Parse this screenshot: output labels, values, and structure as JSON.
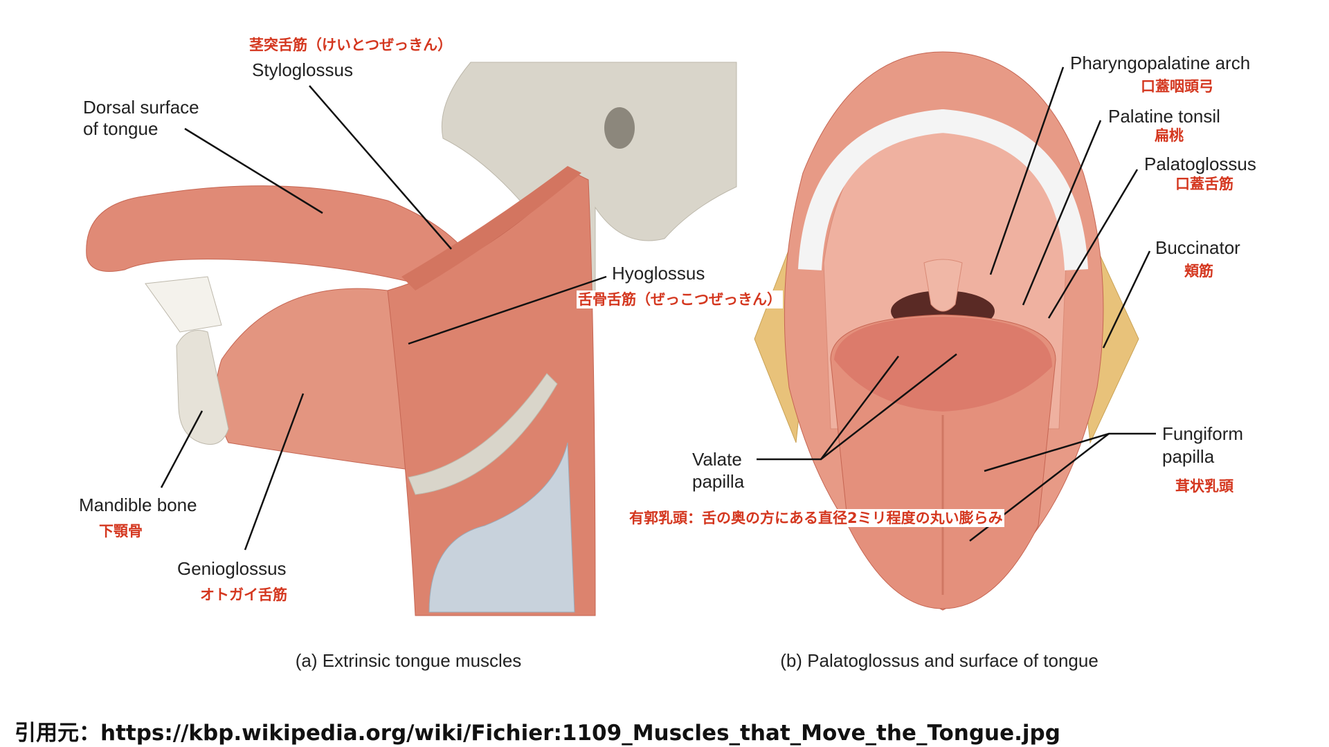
{
  "panel_a": {
    "caption": "(a) Extrinsic tongue muscles",
    "labels": {
      "styloglossus": "Styloglossus",
      "styloglossus_jp": "茎突舌筋（けいとつぜっきん）",
      "dorsal_1": "Dorsal surface",
      "dorsal_2": "of tongue",
      "hyoglossus": "Hyoglossus",
      "hyoglossus_jp": "舌骨舌筋（ぜっこつぜっきん）",
      "mandible": "Mandible bone",
      "mandible_jp": "下顎骨",
      "genioglossus": "Genioglossus",
      "genioglossus_jp": "オトガイ舌筋"
    }
  },
  "panel_b": {
    "caption": "(b) Palatoglossus and surface of tongue",
    "labels": {
      "pharyngopalatine": "Pharyngopalatine arch",
      "pharyngopalatine_jp": "口蓋咽頭弓",
      "tonsil": "Palatine tonsil",
      "tonsil_jp": "扁桃",
      "palatoglossus": "Palatoglossus",
      "palatoglossus_jp": "口蓋舌筋",
      "buccinator": "Buccinator",
      "buccinator_jp": "頬筋",
      "valate_1": "Valate",
      "valate_2": "papilla",
      "valate_jp": "有郭乳頭：舌の奥の方にある直径2ミリ程度の丸い膨らみ",
      "fungiform_1": "Fungiform",
      "fungiform_2": "papilla",
      "fungiform_jp": "茸状乳頭"
    }
  },
  "citation": "引用元：https://kbp.wikipedia.org/wiki/Fichier:1109_Muscles_that_Move_the_Tongue.jpg",
  "colors": {
    "muscle": "#e08a76",
    "bone": "#d9d5ca",
    "label_jp": "#d4371f",
    "fat": "#e8c27a"
  }
}
